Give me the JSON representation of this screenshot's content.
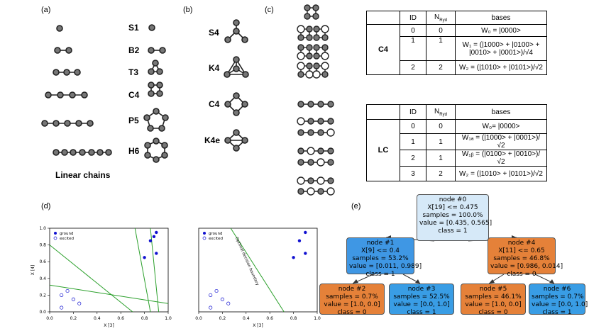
{
  "panels": {
    "a": "(a)",
    "b": "(b)",
    "c": "(c)",
    "d": "(d)",
    "e": "(e)"
  },
  "panel_a": {
    "linear_label": "Linear chains",
    "molecules": [
      "S1",
      "B2",
      "T3",
      "C4",
      "P5",
      "H6"
    ]
  },
  "panel_b": {
    "molecules": [
      "S4",
      "K4",
      "C4",
      "K4e"
    ]
  },
  "table_c4": {
    "headers": [
      "ID",
      "N",
      "Ryd",
      "bases"
    ],
    "group": "C4",
    "rows": [
      {
        "id": "0",
        "n": "0",
        "basis": "W₀ = |0000>"
      },
      {
        "id": "1",
        "n": "1",
        "basis": "W₁ = (|1000> + |0100> +",
        "basis2": "|0010> + |0001>)/√4"
      },
      {
        "id": "2",
        "n": "2",
        "basis": "W₂ = (|1010> + |0101>)/√2"
      }
    ]
  },
  "table_lc": {
    "group": "LC",
    "rows": [
      {
        "id": "0",
        "n": "0",
        "basis": "W₀= |0000>"
      },
      {
        "id": "1",
        "n": "1",
        "basis": "W₁ₐ = (|1000> + |0001>)/√2"
      },
      {
        "id": "2",
        "n": "1",
        "basis": "W₁ᵦ = (|0100> + |0010>)/√2"
      },
      {
        "id": "3",
        "n": "2",
        "basis": "W₂ = (|1010> + |0101>)/√2"
      }
    ]
  },
  "plot_left": {
    "xlabel": "X [3]",
    "ylabel": "X [4]",
    "xticks": [
      "0.0",
      "0.2",
      "0.4",
      "0.6",
      "0.8",
      "1.0"
    ],
    "yticks": [
      "0.0",
      "0.2",
      "0.4",
      "0.6",
      "0.8",
      "1.0"
    ],
    "legend": [
      "ground",
      "excited"
    ]
  },
  "plot_right": {
    "xlabel": "X [3]",
    "xticks": [
      "0.0",
      "0.2",
      "0.4",
      "0.6",
      "0.8",
      "1.0"
    ],
    "legend": [
      "ground",
      "excited"
    ],
    "annotation": "Optimal decision boundary"
  },
  "chart_data": [
    {
      "type": "scatter",
      "xlabel": "X [3]",
      "ylabel": "X [4]",
      "xlim": [
        0,
        1
      ],
      "ylim": [
        0,
        1
      ],
      "legend": "top-left",
      "series": [
        {
          "name": "ground",
          "x": [
            0.8,
            0.85,
            0.88,
            0.9,
            0.9
          ],
          "y": [
            0.65,
            0.85,
            0.9,
            0.95,
            0.7
          ]
        },
        {
          "name": "excited",
          "x": [
            0.1,
            0.1,
            0.15,
            0.2,
            0.25
          ],
          "y": [
            0.05,
            0.2,
            0.25,
            0.15,
            0.1
          ]
        }
      ],
      "lines": [
        {
          "x": [
            0.0,
            0.7
          ],
          "y": [
            0.8,
            0.0
          ]
        },
        {
          "x": [
            0.0,
            1.0
          ],
          "y": [
            0.32,
            0.1
          ]
        },
        {
          "x": [
            0.72,
            0.85
          ],
          "y": [
            1.0,
            0.0
          ]
        },
        {
          "x": [
            0.85,
            0.92
          ],
          "y": [
            1.0,
            0.0
          ]
        }
      ]
    },
    {
      "type": "scatter",
      "xlabel": "X [3]",
      "xlim": [
        0,
        1
      ],
      "ylim": [
        0,
        1
      ],
      "legend": "top-left",
      "series": [
        {
          "name": "ground",
          "x": [
            0.8,
            0.85,
            0.9,
            0.9
          ],
          "y": [
            0.65,
            0.85,
            0.95,
            0.7
          ]
        },
        {
          "name": "excited",
          "x": [
            0.1,
            0.1,
            0.15,
            0.2,
            0.25
          ],
          "y": [
            0.05,
            0.2,
            0.25,
            0.15,
            0.1
          ]
        }
      ],
      "lines": [
        {
          "x": [
            0.27,
            0.72
          ],
          "y": [
            1.0,
            0.0
          ]
        }
      ]
    }
  ],
  "tree": {
    "nodes": [
      {
        "id": "n0",
        "lines": [
          "node #0",
          "X[19] <= 0.475",
          "samples = 100.0%",
          "value = [0.435, 0.565]",
          "class = 1"
        ],
        "color": "#d6e9f8"
      },
      {
        "id": "n1",
        "lines": [
          "node #1",
          "X[9] <= 0.4",
          "samples = 53.2%",
          "value = [0.011, 0.989]",
          "class = 1"
        ],
        "color": "#3f97e4"
      },
      {
        "id": "n4",
        "lines": [
          "node #4",
          "X[11] <= 0.65",
          "samples = 46.8%",
          "value = [0.986, 0.014]",
          "class = 0"
        ],
        "color": "#e58139"
      },
      {
        "id": "n2",
        "lines": [
          "node #2",
          "samples = 0.7%",
          "value = [1.0, 0.0]",
          "class = 0"
        ],
        "color": "#e58139"
      },
      {
        "id": "n3",
        "lines": [
          "node #3",
          "samples = 52.5%",
          "value = [0.0, 1.0]",
          "class = 1"
        ],
        "color": "#399de5"
      },
      {
        "id": "n5",
        "lines": [
          "node #5",
          "samples = 46.1%",
          "value = [1.0, 0.0]",
          "class = 0"
        ],
        "color": "#e58139"
      },
      {
        "id": "n6",
        "lines": [
          "node #6",
          "samples = 0.7%",
          "value = [0.0, 1.0]",
          "class = 1"
        ],
        "color": "#399de5"
      }
    ]
  }
}
